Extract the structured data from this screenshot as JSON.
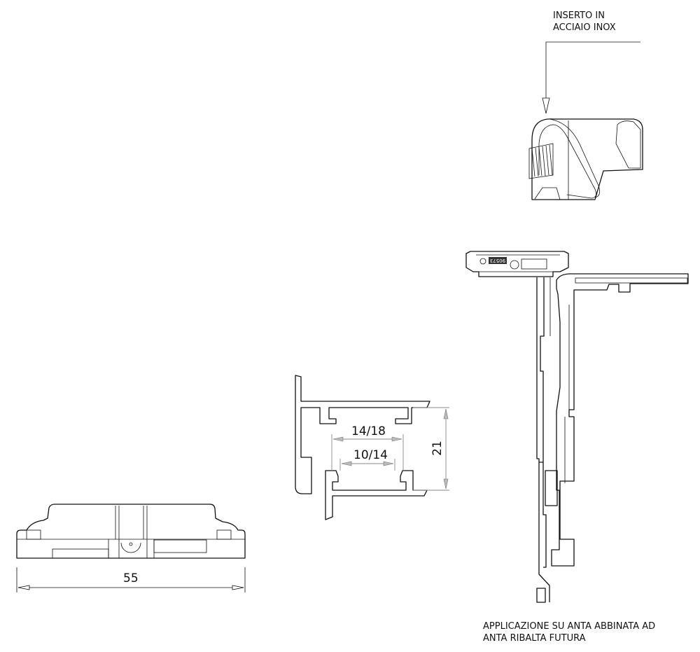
{
  "callout": {
    "line1": "INSERTO IN",
    "line2": "ACCIAIO INOX"
  },
  "part_code": "90573",
  "dimensions": {
    "overall_width": "55",
    "groove_outer": "14/18",
    "groove_inner": "10/14",
    "height": "21"
  },
  "caption": {
    "line1": "APPLICAZIONE SU ANTA ABBINATA AD",
    "line2": "ANTA RIBALTA FUTURA"
  }
}
